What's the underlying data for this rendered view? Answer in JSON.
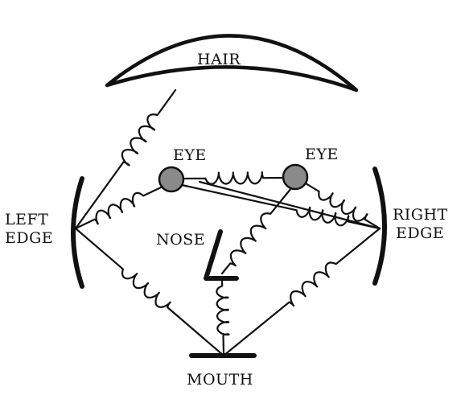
{
  "labels": {
    "hair": "HAIR",
    "eye_left": "EYE",
    "eye_right": "EYE",
    "left_edge_line1": "LEFT",
    "left_edge_line2": "EDGE",
    "right_edge_line1": "RIGHT",
    "right_edge_line2": "EDGE",
    "nose": "NOSE",
    "mouth": "MOUTH"
  },
  "colors": {
    "ink": "#111111",
    "eye_fill": "#8a8a8a",
    "background": "#ffffff"
  }
}
